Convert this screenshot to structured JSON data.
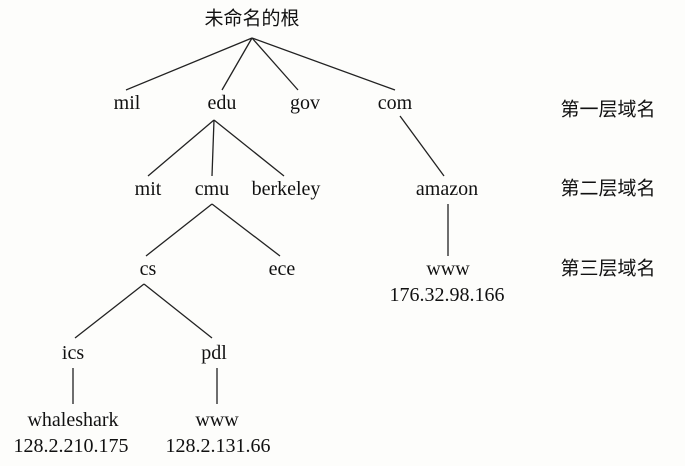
{
  "tree": {
    "root": "未命名的根",
    "tld": {
      "mil": "mil",
      "edu": "edu",
      "gov": "gov",
      "com": "com"
    },
    "second": {
      "mit": "mit",
      "cmu": "cmu",
      "berkeley": "berkeley",
      "amazon": "amazon"
    },
    "third": {
      "cs": "cs",
      "ece": "ece",
      "amazon_www": "www",
      "amazon_ip": "176.32.98.166"
    },
    "fourth": {
      "ics": "ics",
      "pdl": "pdl"
    },
    "hosts": {
      "whaleshark": "whaleshark",
      "whaleshark_ip": "128.2.210.175",
      "pdl_www": "www",
      "pdl_ip": "128.2.131.66"
    }
  },
  "levels": {
    "first": "第一层域名",
    "second": "第二层域名",
    "third": "第三层域名"
  }
}
